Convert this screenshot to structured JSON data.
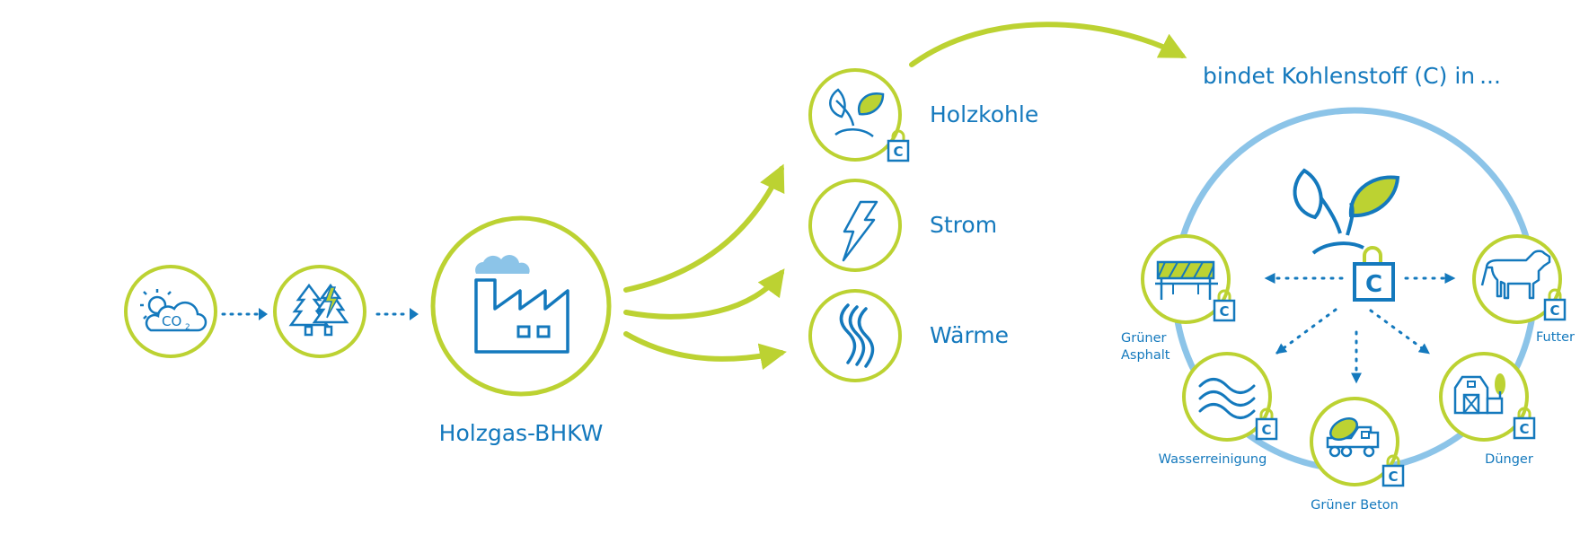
{
  "colors": {
    "primary_blue": "#1479bd",
    "accent_green": "#bcd232",
    "ring_blue": "#8cc4e8",
    "background": "#ffffff"
  },
  "process": {
    "bhkw_label": "Holzgas-BHKW",
    "input_icons": [
      "co2-sun-cloud-icon",
      "trees-lightning-icon"
    ],
    "plant_icon": "factory-icon"
  },
  "outputs": [
    {
      "label": "Holzkohle",
      "icon": "sprout-lock-icon"
    },
    {
      "label": "Strom",
      "icon": "lightning-icon"
    },
    {
      "label": "Wärme",
      "icon": "heat-waves-icon"
    }
  ],
  "carbon": {
    "heading": "bindet Kohlenstoff (C) in ...",
    "lock_letter": "C",
    "uses": [
      {
        "label": "Grüner\nAsphalt",
        "icon": "asphalt-barrier-icon"
      },
      {
        "label": "Futter",
        "icon": "cow-icon"
      },
      {
        "label": "Wasserreinigung",
        "icon": "water-waves-icon"
      },
      {
        "label": "Grüner Beton",
        "icon": "concrete-mixer-icon"
      },
      {
        "label": "Dünger",
        "icon": "barn-icon"
      }
    ]
  }
}
